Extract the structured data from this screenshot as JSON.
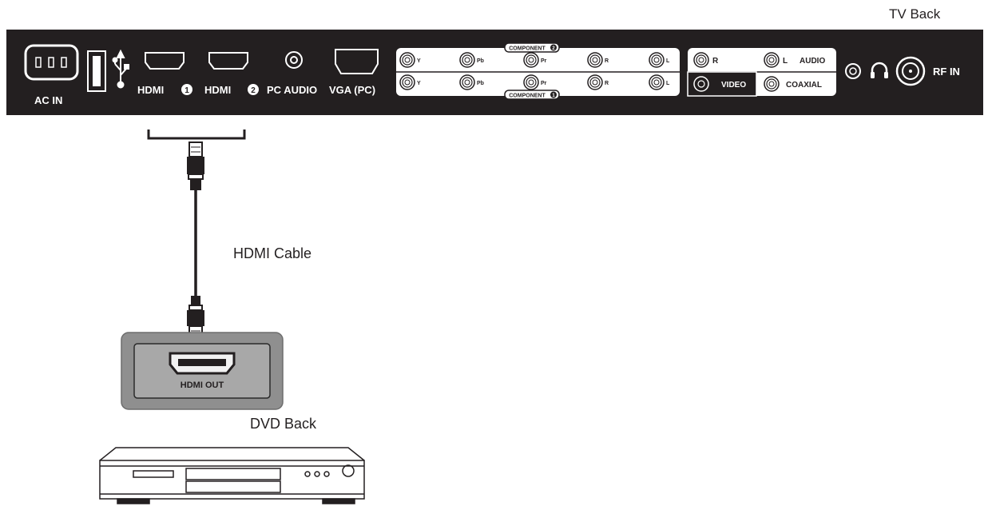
{
  "captions": {
    "tv_back": "TV Back",
    "hdmi_cable": "HDMI Cable",
    "dvd_back": "DVD Back"
  },
  "tv_panel": {
    "ac_in": "AC IN",
    "hdmi1": "HDMI",
    "hdmi1_num": "1",
    "hdmi2": "HDMI",
    "hdmi2_num": "2",
    "pc_audio": "PC AUDIO",
    "vga": "VGA (PC)",
    "component2_title": "COMPONENT",
    "component2_num": "2",
    "component1_title": "COMPONENT",
    "component1_num": "1",
    "component_jacks": [
      "Y",
      "Pb",
      "Pr",
      "R",
      "L"
    ],
    "audio_r": "R",
    "audio_l": "L",
    "audio": "AUDIO",
    "video": "VIDEO",
    "coaxial": "COAXIAL",
    "rf_in": "RF IN"
  },
  "dvd_panel": {
    "hdmi_out": "HDMI OUT"
  },
  "colors": {
    "panel": "#231f20",
    "dvd_panel": "#8f8f8f",
    "dvd_inner": "#a8a8a8"
  }
}
